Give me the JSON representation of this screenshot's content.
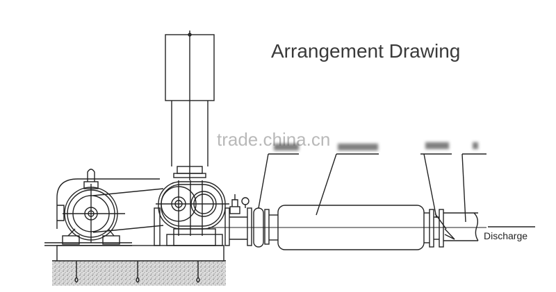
{
  "diagram": {
    "title": "Arrangement Drawing",
    "watermark": "trade.china.cn",
    "labels": [
      {
        "id": "joint",
        "text": "",
        "obscured": true
      },
      {
        "id": "silencer",
        "text": "",
        "obscured": true
      },
      {
        "id": "valve",
        "text": "",
        "obscured": true
      },
      {
        "id": "pipe",
        "text": "",
        "obscured": true
      },
      {
        "id": "discharge",
        "text": "Discharge",
        "obscured": false
      }
    ],
    "components": [
      "motor",
      "belt-drive",
      "roots-blower",
      "inlet-silencer",
      "safety-valve",
      "pressure-gauge",
      "flexible-joint",
      "discharge-silencer",
      "check-valve",
      "discharge-pipe",
      "base-frame",
      "concrete-foundation",
      "anchor-bolts"
    ],
    "colors": {
      "line": "#222222",
      "title": "#3a3a3a",
      "watermark": "#b9b9b9",
      "foundation": "#cfcfcf"
    }
  }
}
